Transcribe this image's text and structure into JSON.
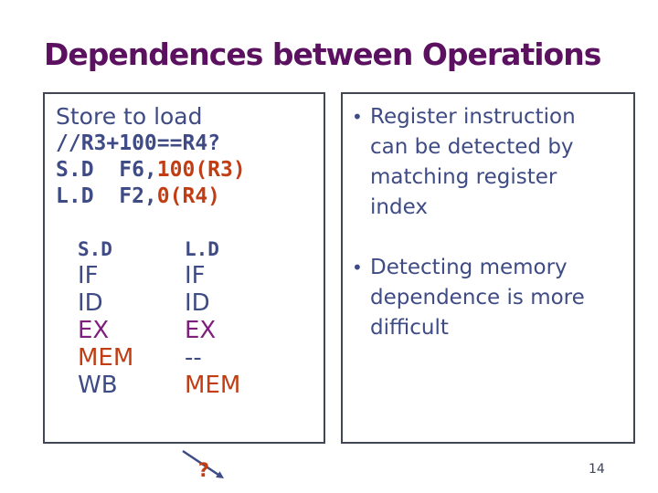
{
  "title": "Dependences between Operations",
  "page_number": "14",
  "colors": {
    "title_purple": "#5b1160",
    "navy_text": "#3e4b84",
    "stage_ex_purple": "#7e1f7e",
    "stage_mem_orange": "#c13e14",
    "box_border": "#414655",
    "background": "#ffffff"
  },
  "left_box": {
    "heading": "Store to load",
    "comment_line": "//R3+100==R4?",
    "code_lines": [
      {
        "prefix": "S.D  F6,",
        "operand": "100(R3)"
      },
      {
        "prefix": "L.D  F2,",
        "operand": "0(R4)"
      }
    ],
    "pipeline": {
      "columns": [
        {
          "header": "S.D",
          "stages": [
            "IF",
            "ID",
            "EX",
            "MEM",
            "WB"
          ]
        },
        {
          "header": "L.D",
          "stages": [
            "IF",
            "ID",
            "EX",
            "--",
            "MEM"
          ]
        }
      ],
      "arrow_label": "?"
    }
  },
  "right_box": {
    "bullet_char": "•",
    "bullets": [
      "Register instruction\ncan be detected by\nmatching register\nindex",
      "Detecting memory\ndependence is more\ndifficult"
    ]
  }
}
